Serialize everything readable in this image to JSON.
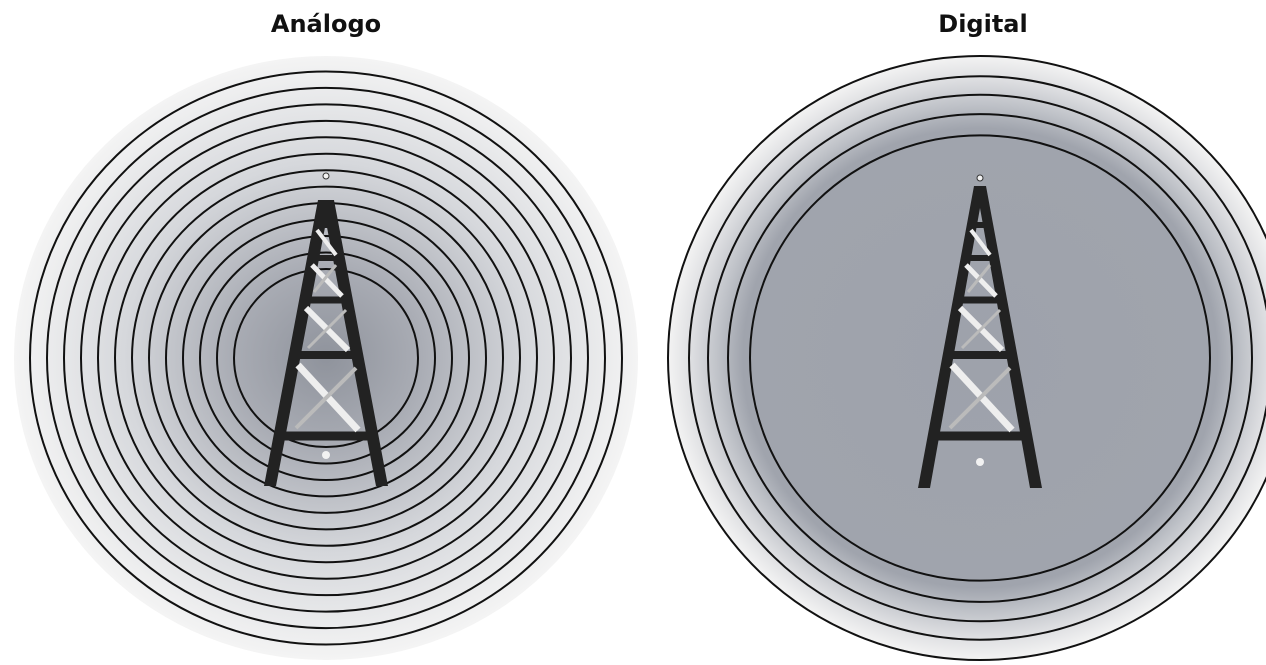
{
  "panels": {
    "analog": {
      "title": "Análogo",
      "ring_style": "many evenly spaced thin rings, signal fading outward"
    },
    "digital": {
      "title": "Digital",
      "ring_style": "few rings with large uniform coverage area"
    }
  },
  "colors": {
    "ring_stroke": "#111111",
    "band_light": "#ededed",
    "band_mid": "#c9cbd0",
    "core_gray": "#9a9da6",
    "digital_fill": "#9ea2ab",
    "tower": "#222222",
    "tower_highlight": "#f2f2f2"
  },
  "icons": {
    "analog_tower": "radio-tower-icon",
    "digital_tower": "radio-tower-icon"
  }
}
